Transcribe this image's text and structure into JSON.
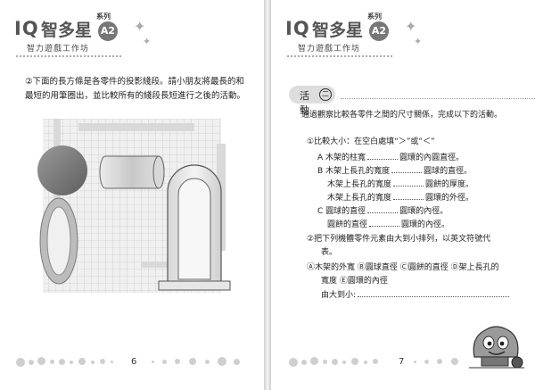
{
  "header": {
    "logo_iq": "IQ",
    "logo_main": "智多星",
    "logo_series": "系列",
    "logo_badge": "A2",
    "logo_sub": "智力遊戲工作坊"
  },
  "left_page": {
    "instruction": "②下面的長方條是各零件的投影綫段。請小朋友將最長的和最短的用筆圈出，並比較所有的綫段長短進行之後的活動。",
    "page_number": "6"
  },
  "right_page": {
    "activity_label": "活動",
    "activity_number": "二",
    "intro": "通過觀察比較各零件之間的尺寸關係，完成以下的活動。",
    "q1": "①比較大小：在空白處填“＞”或“＜”",
    "a_label": "A",
    "a_left": "木架的柱寬",
    "a_right": "圓環的內圓直徑。",
    "b_label": "B",
    "b1_left": "木架上長孔的寬度",
    "b1_right": "圓球的直徑。",
    "b2_left": "木架上長孔的寬度",
    "b2_right": "圓餅的厚度。",
    "b3_left": "木架上長孔的寬度",
    "b3_right": "圓環的外徑。",
    "c_label": "C",
    "c1_left": "圓球的直徑",
    "c1_right": "圓環的內徑。",
    "c2_left": "圓餅的直徑",
    "c2_right": "圓環的內徑。",
    "q2_line1": "②把下列機體零件元素由大到小排列，以英文符號代",
    "q2_line2": "表。",
    "opts_line1": "Ⓐ木架的外寬 Ⓑ圓球直徑 Ⓒ圓餅的直徑 Ⓓ架上長孔的",
    "opts_line2": "寬度 Ⓔ圓環的內徑",
    "answer_label": "由大到小:",
    "page_number": "7"
  },
  "colors": {
    "grid_fill": "#ececec",
    "grid_line": "#bdbdbd",
    "shape_dark": "#777777",
    "shape_mid": "#a9a9a9",
    "shape_light": "#d9d9d9"
  }
}
